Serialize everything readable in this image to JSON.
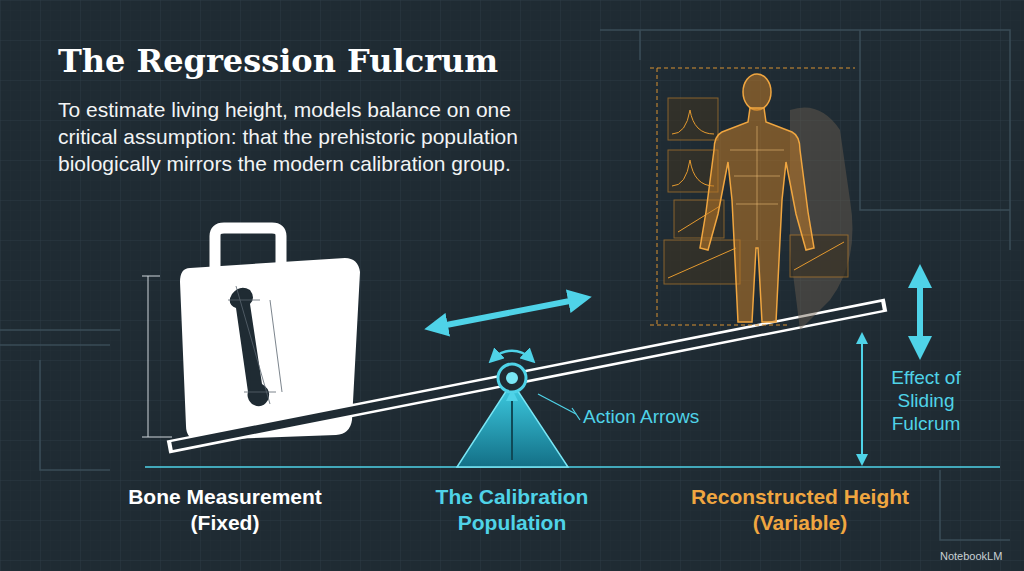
{
  "diagram": {
    "title": "The Regression Fulcrum",
    "labels": [
      "To estimate living height, models balance on one critical assumption: that the prehistoric population biologically mirrors the modern calibration group.",
      "Action Arrows",
      "Effect of Sliding Fulcrum",
      "Bone Measurement (Fixed)",
      "The Calibration Population",
      "Reconstructed Height (Variable)",
      "NotebookLM"
    ]
  }
}
